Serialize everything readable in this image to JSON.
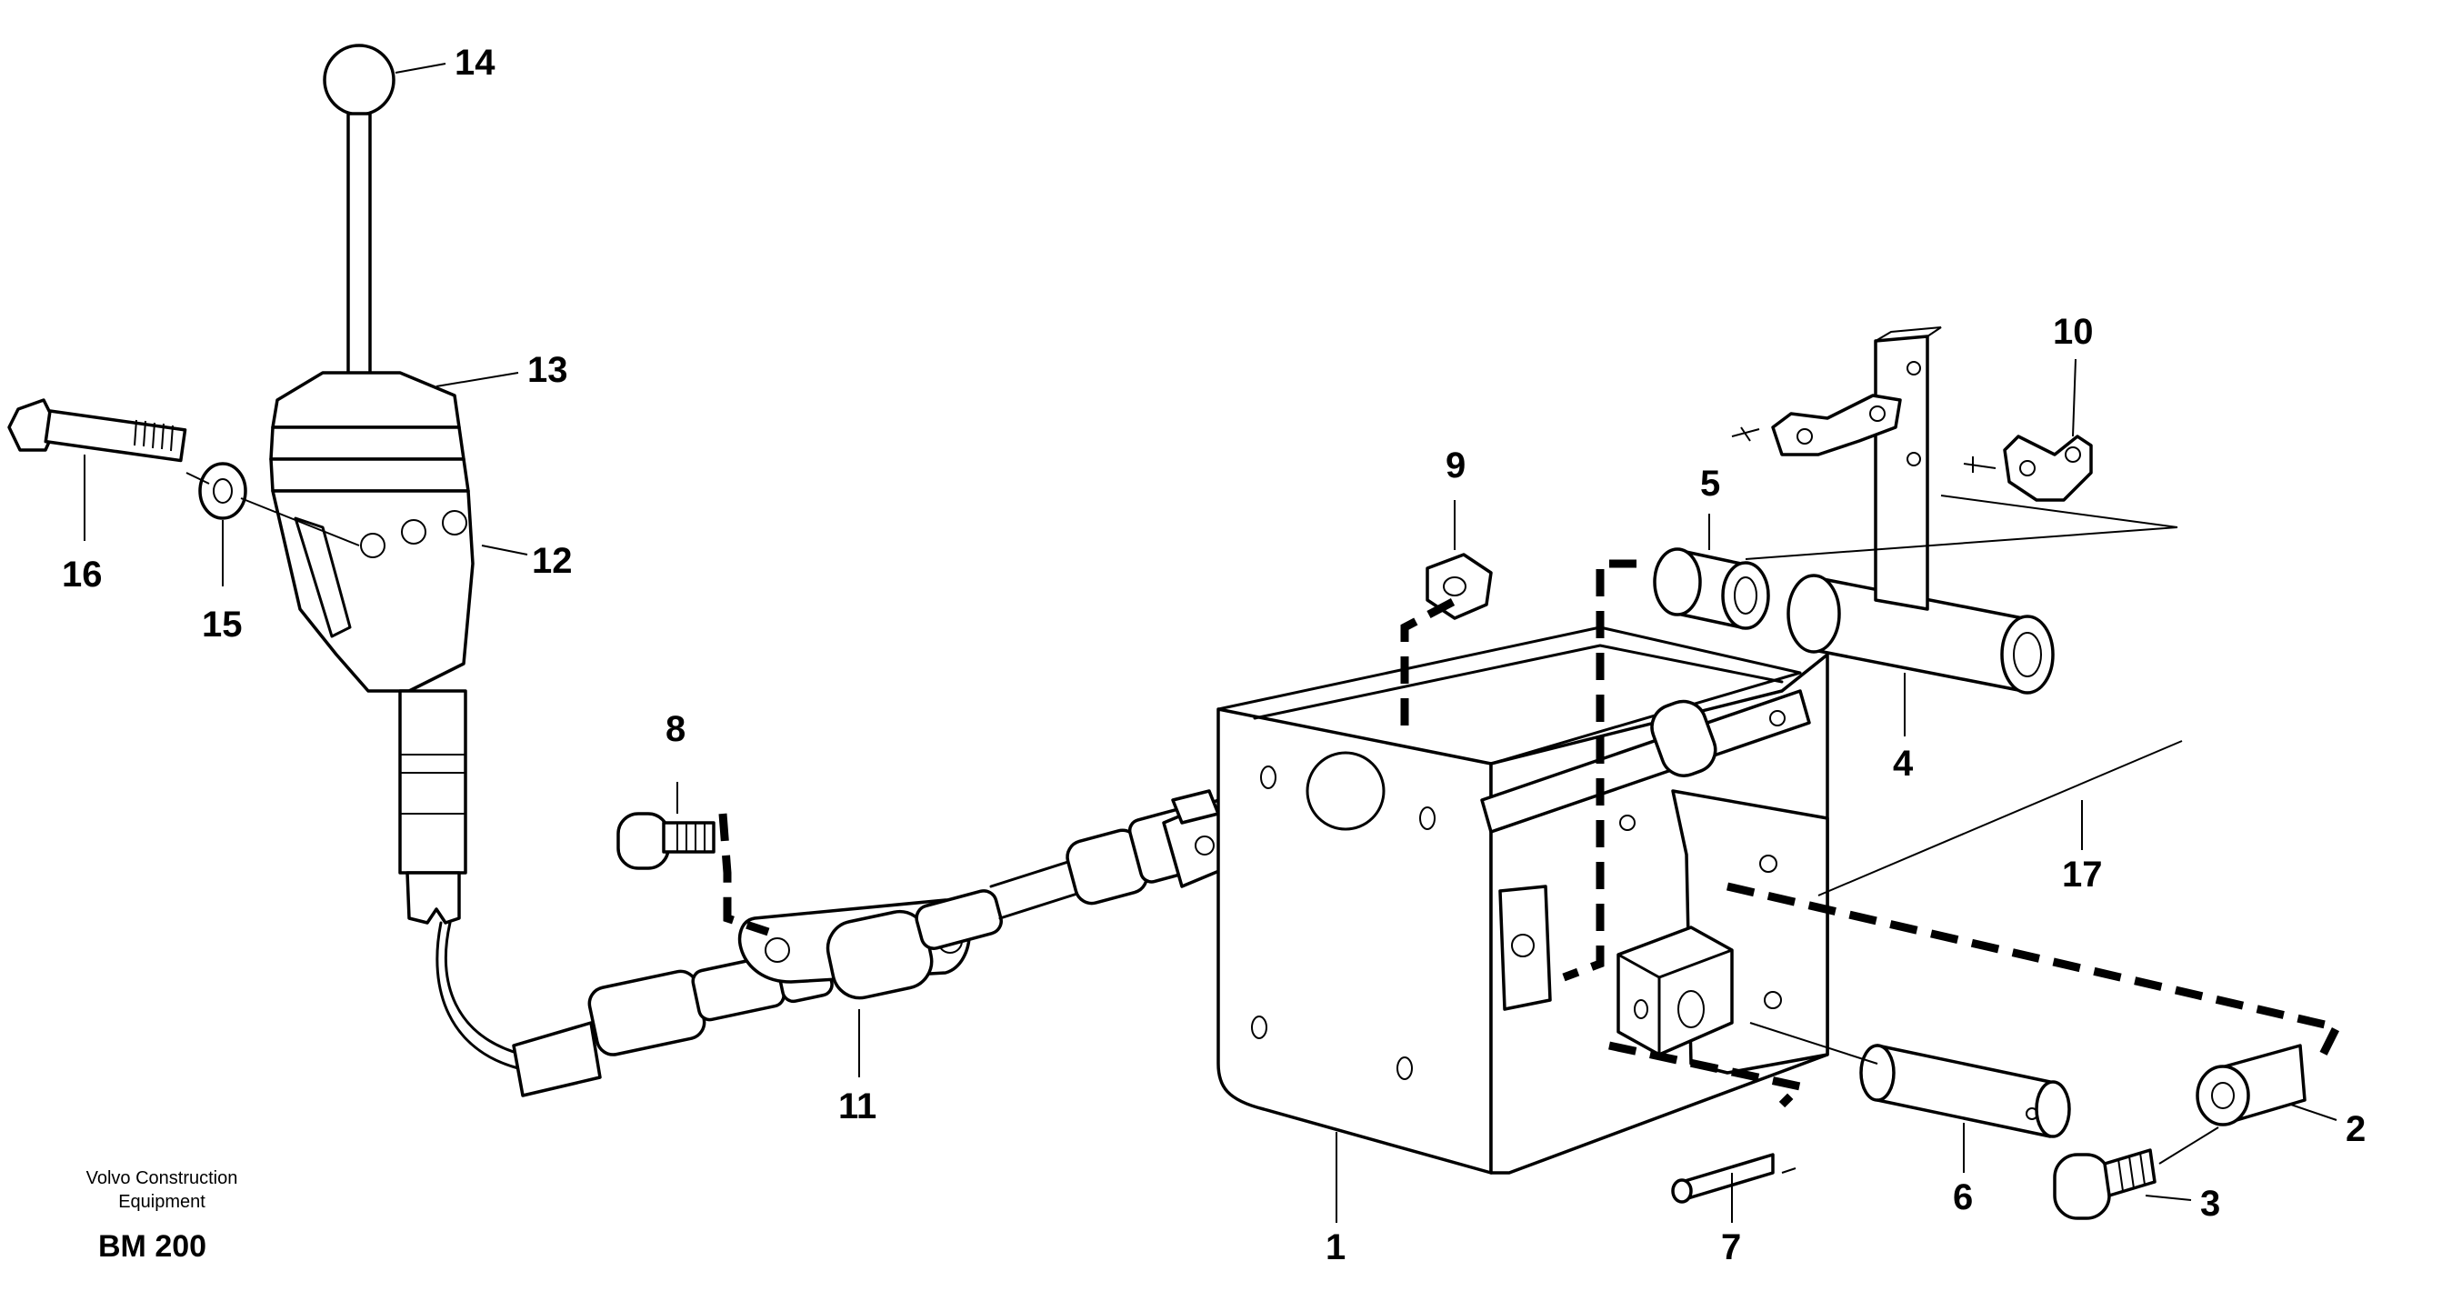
{
  "callouts": {
    "c1": "1",
    "c2": "2",
    "c3": "3",
    "c4": "4",
    "c5": "5",
    "c6": "6",
    "c7": "7",
    "c8": "8",
    "c9": "9",
    "c10": "10",
    "c11": "11",
    "c12": "12",
    "c13": "13",
    "c14": "14",
    "c15": "15",
    "c16": "16",
    "c17": "17"
  },
  "footer": {
    "manufacturer_line1": "Volvo Construction",
    "manufacturer_line2": "Equipment",
    "model": "BM 200"
  }
}
